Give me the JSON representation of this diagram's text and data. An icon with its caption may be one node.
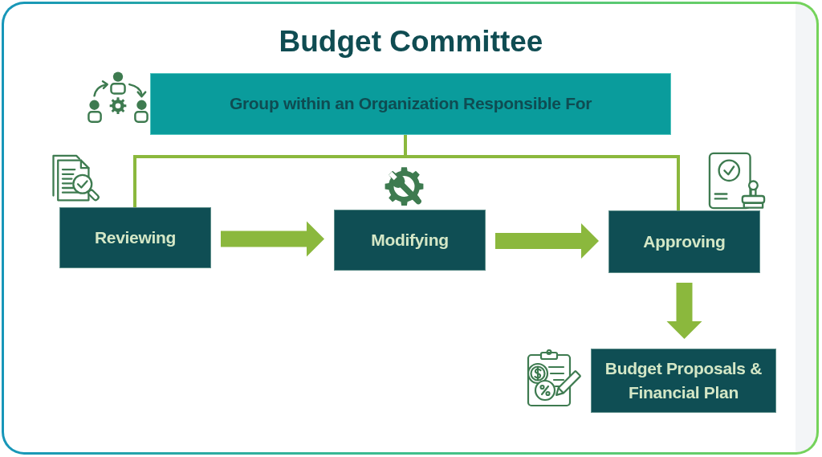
{
  "diagram": {
    "title": "Budget Committee",
    "nodes": [
      {
        "text": [
          "Group within an Organization Responsible For"
        ]
      },
      {
        "text": [
          "Reviewing"
        ]
      },
      {
        "text": [
          "Modifying"
        ]
      },
      {
        "text": [
          "Approving"
        ]
      },
      {
        "text": [
          "Budget Proposals & Financial Plan"
        ]
      }
    ],
    "edges": [
      {
        "from": 0,
        "to": 1,
        "arrow": "none"
      },
      {
        "from": 0,
        "to": 3,
        "arrow": "none"
      },
      {
        "from": 1,
        "to": 2,
        "arrow": "to"
      },
      {
        "from": 2,
        "to": 3,
        "arrow": "to"
      },
      {
        "from": 3,
        "to": 4,
        "arrow": "to"
      }
    ]
  }
}
